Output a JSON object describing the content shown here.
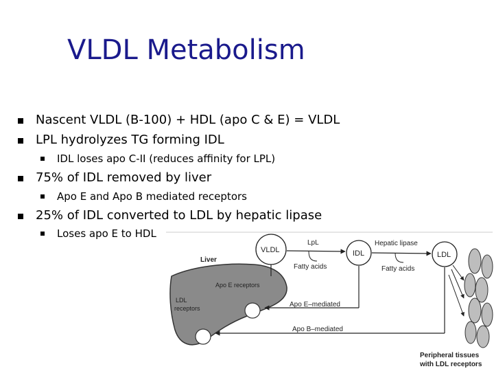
{
  "slide": {
    "title": "VLDL Metabolism",
    "bullets": [
      {
        "level": 1,
        "text": "Nascent VLDL (B-100) + HDL (apo C & E) = VLDL"
      },
      {
        "level": 1,
        "text": "LPL hydrolyzes TG forming IDL"
      },
      {
        "level": 2,
        "text": "IDL loses apo C-II (reduces affinity for LPL)"
      },
      {
        "level": 1,
        "text": "75% of IDL removed by liver"
      },
      {
        "level": 2,
        "text": "Apo E and Apo B mediated receptors"
      },
      {
        "level": 1,
        "text": "25% of IDL converted to LDL by hepatic lipase"
      },
      {
        "level": 2,
        "text": "Loses apo E to HDL"
      }
    ]
  },
  "diagram": {
    "vldl": "VLDL",
    "idl": "IDL",
    "ldl": "LDL",
    "lpl": "LpL",
    "hepatic_lipase": "Hepatic lipase",
    "fatty_acids_1": "Fatty acids",
    "fatty_acids_2": "Fatty acids",
    "liver": "Liver",
    "apo_e_receptors": "Apo E receptors",
    "ldl_receptors_line1": "LDL",
    "ldl_receptors_line2": "receptors",
    "apo_e_mediated": "Apo E–mediated",
    "apo_b_mediated": "Apo B–mediated",
    "peripheral_line1": "Peripheral tissues",
    "peripheral_line2": "with LDL receptors"
  }
}
